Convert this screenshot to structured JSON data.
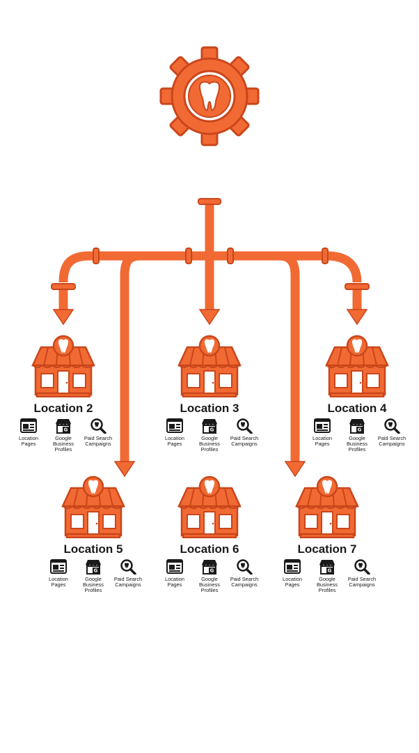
{
  "colors": {
    "accent": "#f26a33",
    "accent_dark": "#c9461b",
    "ink": "#1a1a1a"
  },
  "hub": {
    "icon": "gear-tooth-icon"
  },
  "service_labels": {
    "location_pages": "Location Pages",
    "google_business_profiles": "Google Business Profiles",
    "paid_search_campaigns": "Paid Search Campaigns"
  },
  "locations": [
    {
      "title": "Location 2"
    },
    {
      "title": "Location 3"
    },
    {
      "title": "Location 4"
    },
    {
      "title": "Location 5"
    },
    {
      "title": "Location 6"
    },
    {
      "title": "Location 7"
    }
  ]
}
